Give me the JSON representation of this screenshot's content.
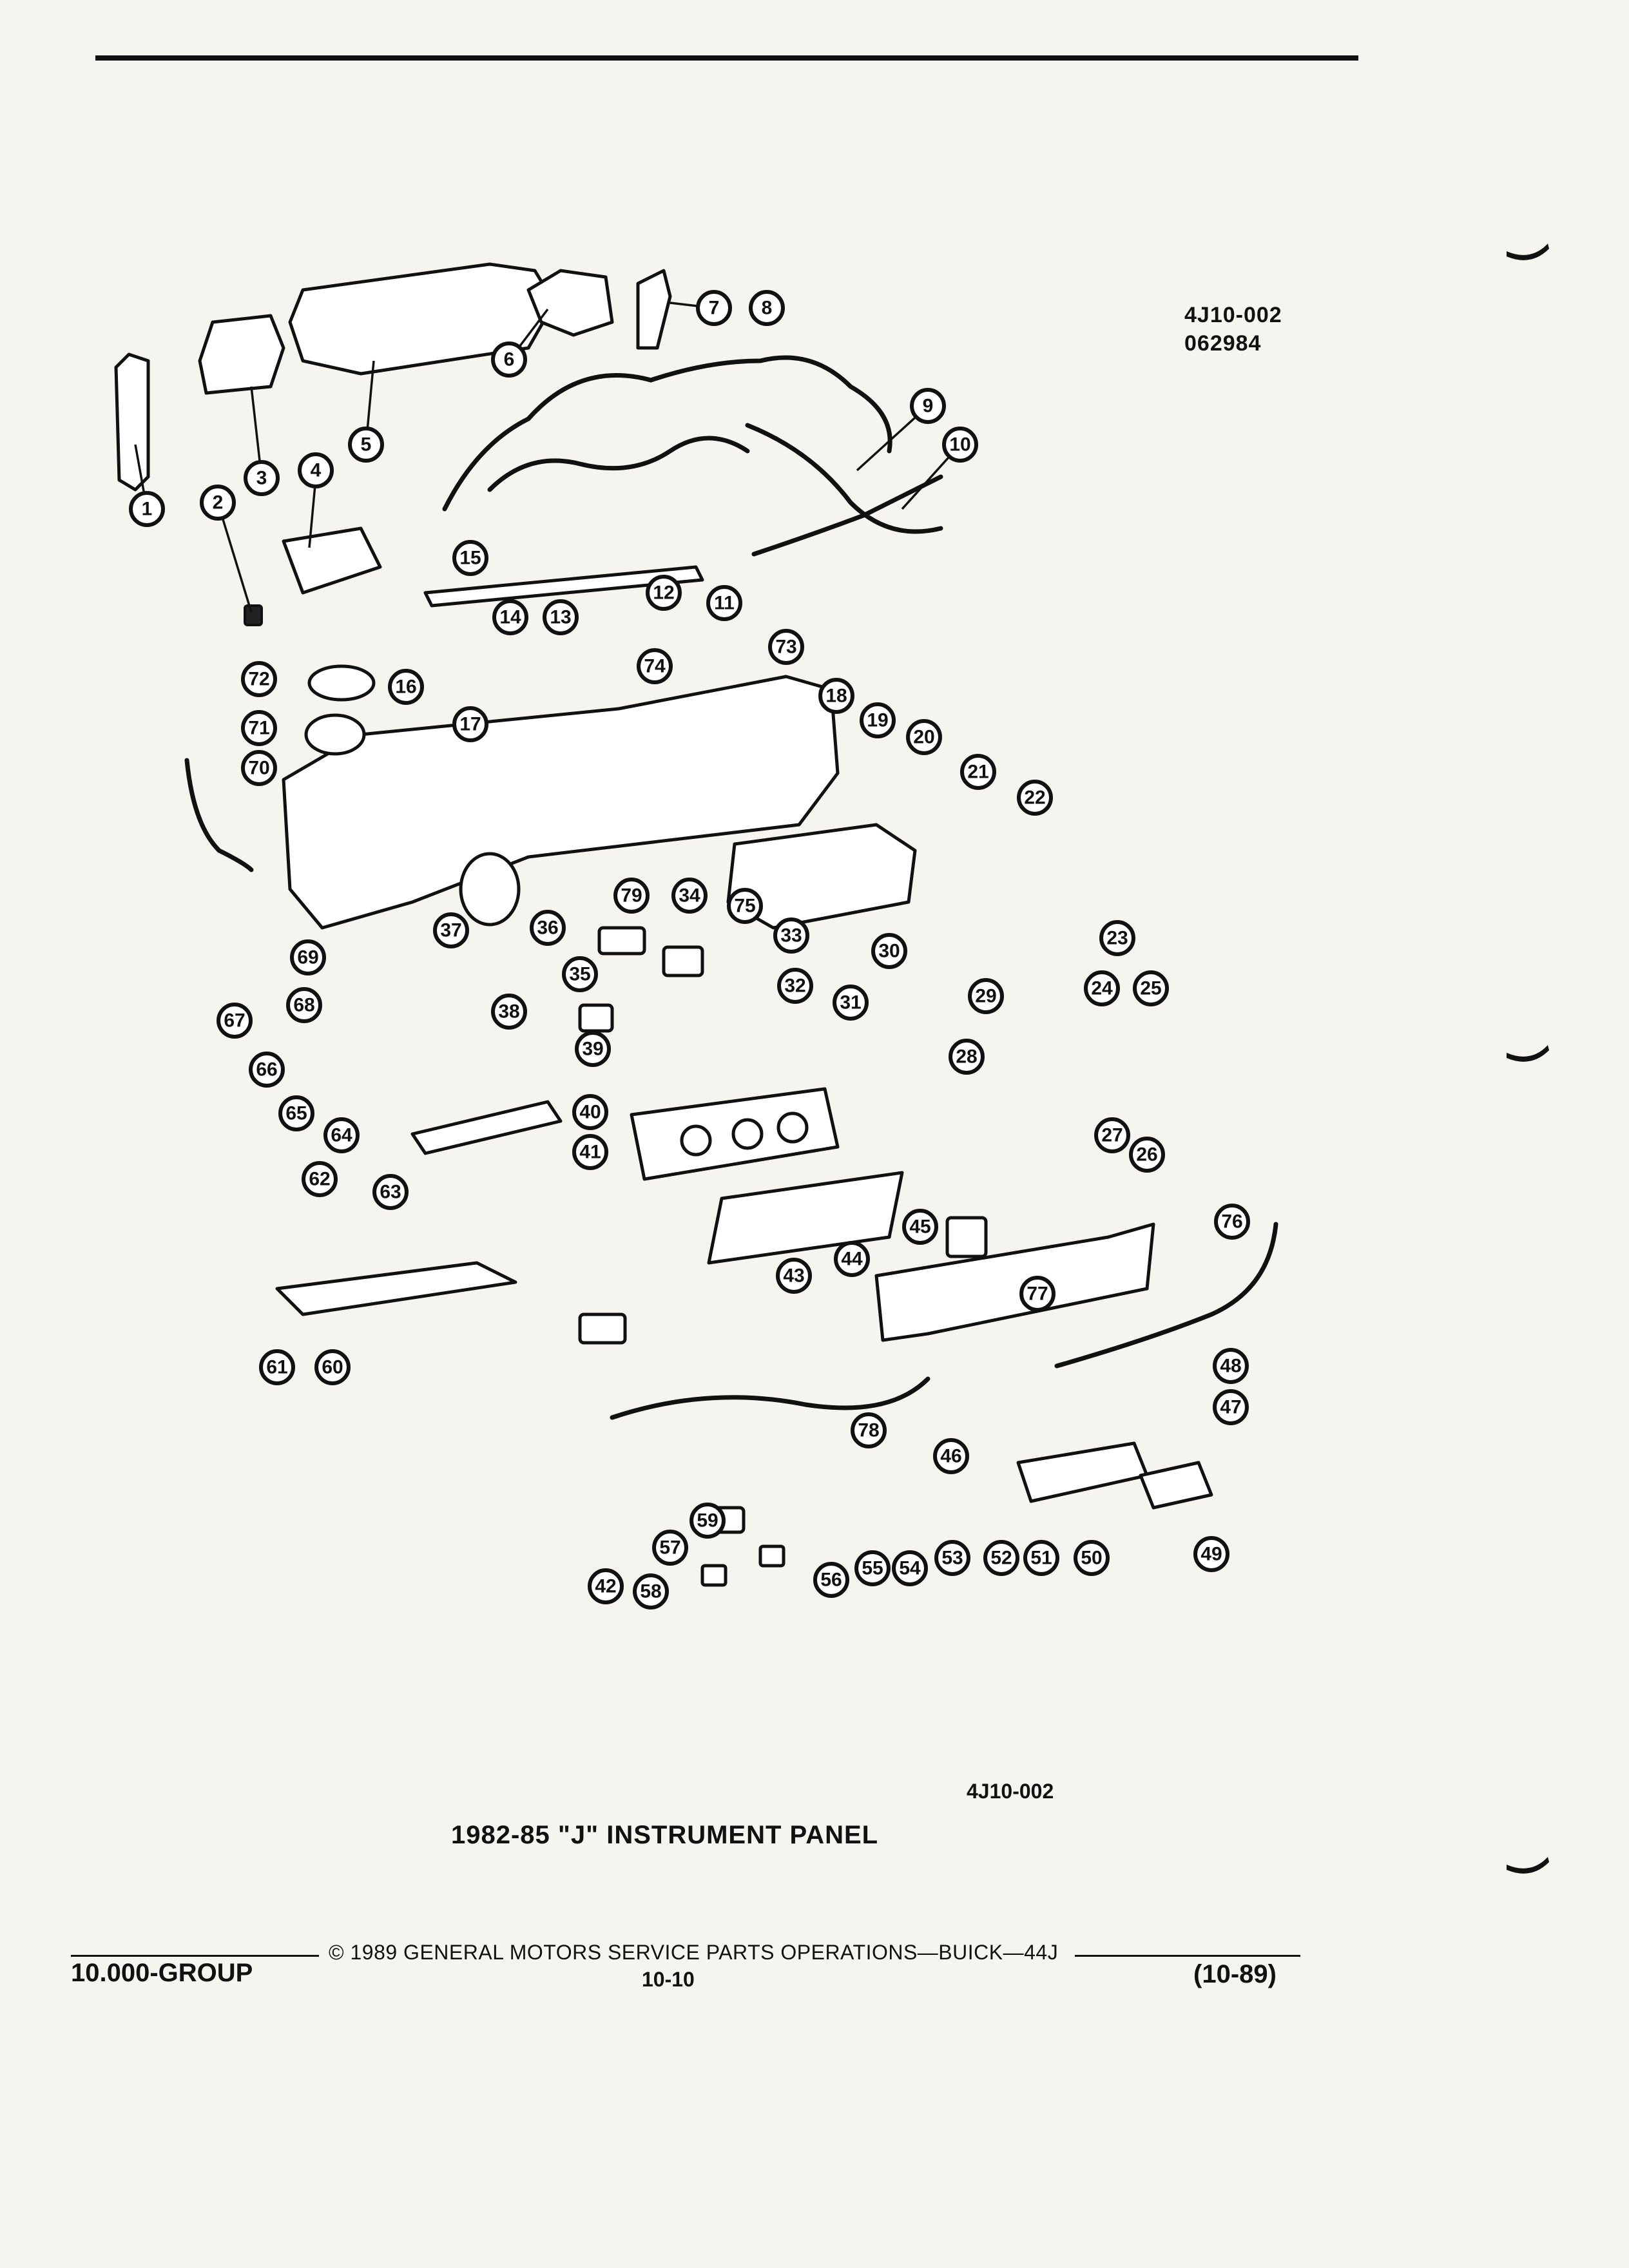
{
  "diagram": {
    "ref_code": "4J10-002",
    "ref_date": "062984",
    "callouts": [
      "1",
      "2",
      "3",
      "4",
      "5",
      "6",
      "7",
      "8",
      "9",
      "10",
      "11",
      "12",
      "13",
      "14",
      "15",
      "16",
      "17",
      "18",
      "19",
      "20",
      "21",
      "22",
      "23",
      "24",
      "25",
      "26",
      "27",
      "28",
      "29",
      "30",
      "31",
      "32",
      "33",
      "34",
      "35",
      "36",
      "37",
      "38",
      "39",
      "40",
      "41",
      "42",
      "43",
      "44",
      "45",
      "46",
      "47",
      "48",
      "49",
      "50",
      "51",
      "52",
      "53",
      "54",
      "55",
      "56",
      "57",
      "58",
      "59",
      "60",
      "61",
      "62",
      "63",
      "64",
      "65",
      "66",
      "67",
      "68",
      "69",
      "70",
      "71",
      "72",
      "73",
      "74",
      "75",
      "76",
      "77",
      "78",
      "79"
    ],
    "figure_ref": "4J10-002",
    "figure_title": "1982-85 \"J\" INSTRUMENT PANEL"
  },
  "footer": {
    "group": "10.000-GROUP",
    "copyright": "© 1989 GENERAL MOTORS SERVICE PARTS OPERATIONS—BUICK—44J",
    "page": "10-10",
    "date": "(10-89)"
  }
}
